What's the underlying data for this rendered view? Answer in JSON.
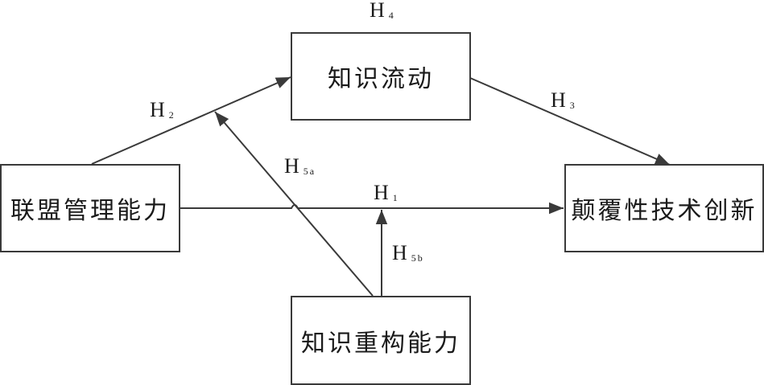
{
  "nodes": {
    "alliance": "联盟管理能力",
    "knowledge_flow": "知识流动",
    "disruptive": "颠覆性技术创新",
    "reconstruction": "知识重构能力"
  },
  "hypotheses": {
    "h1": {
      "letter": "H",
      "sub": "1"
    },
    "h2": {
      "letter": "H",
      "sub": "2"
    },
    "h3": {
      "letter": "H",
      "sub": "3"
    },
    "h4": {
      "letter": "H",
      "sub": "4"
    },
    "h5a": {
      "letter": "H",
      "sub": "5a"
    },
    "h5b": {
      "letter": "H",
      "sub": "5b"
    }
  }
}
